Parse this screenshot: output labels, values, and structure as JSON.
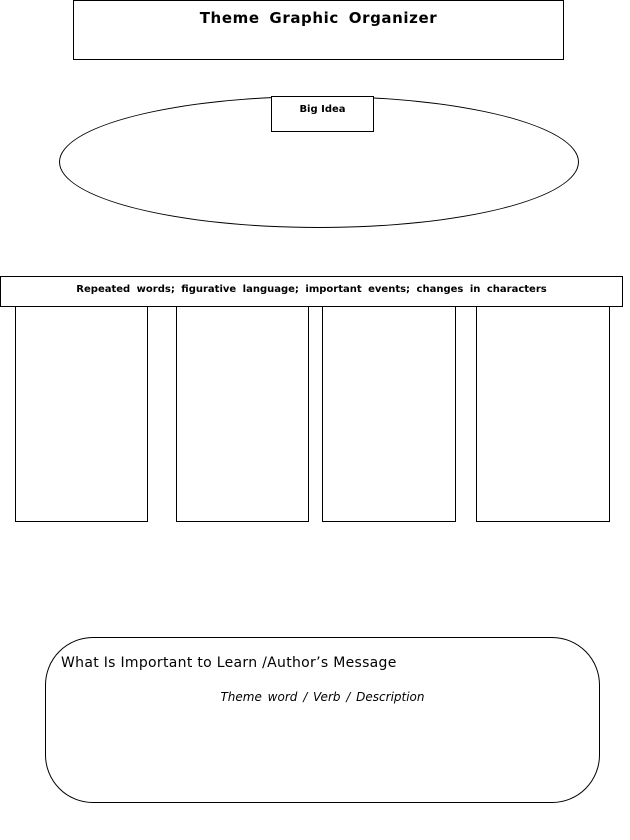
{
  "title": "Theme Graphic Organizer",
  "big_idea": {
    "label": "Big Idea"
  },
  "evidence": {
    "header": "Repeated words; figurative language; important events; changes in characters",
    "columns": [
      "",
      "",
      "",
      ""
    ]
  },
  "message": {
    "title": "What Is Important to Learn /Author’s Message",
    "subtitle": "Theme word / Verb / Description"
  }
}
